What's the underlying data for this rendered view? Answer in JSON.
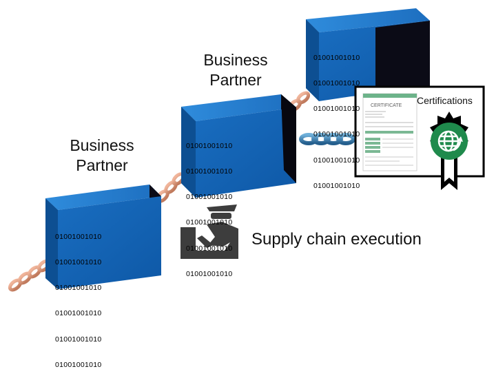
{
  "blocks": [
    {
      "binary": [
        "01001001010",
        "01001001010",
        "01001001010",
        "01001001010",
        "01001001010",
        "01001001010"
      ]
    },
    {
      "binary": [
        "01001001010",
        "01001001010",
        "01001001010",
        "01001001010",
        "01001001010",
        "01001001010"
      ]
    },
    {
      "binary": [
        "01001001010",
        "01001001010",
        "01001001010",
        "01001001010",
        "01001001010",
        "01001001010"
      ]
    }
  ],
  "partners": [
    {
      "line1": "Business",
      "line2": "Partner"
    },
    {
      "line1": "Business",
      "line2": "Partner"
    }
  ],
  "supply_chain": {
    "label": "Supply chain execution"
  },
  "certificate": {
    "title": "Certifications",
    "doc_heading": "CERTIFICATE"
  },
  "colors": {
    "cube_front": "#1565b5",
    "cube_top": "#2b86d8",
    "cube_side": "#0a0a14",
    "chain_copper": "#d4937a",
    "chain_blue": "#3a7fb0",
    "badge_green": "#1f8a4c"
  },
  "icons": [
    "copper-chain-icon",
    "blue-chain-icon",
    "security-guard-icon",
    "globe-recycle-icon",
    "ribbon-badge-icon"
  ]
}
